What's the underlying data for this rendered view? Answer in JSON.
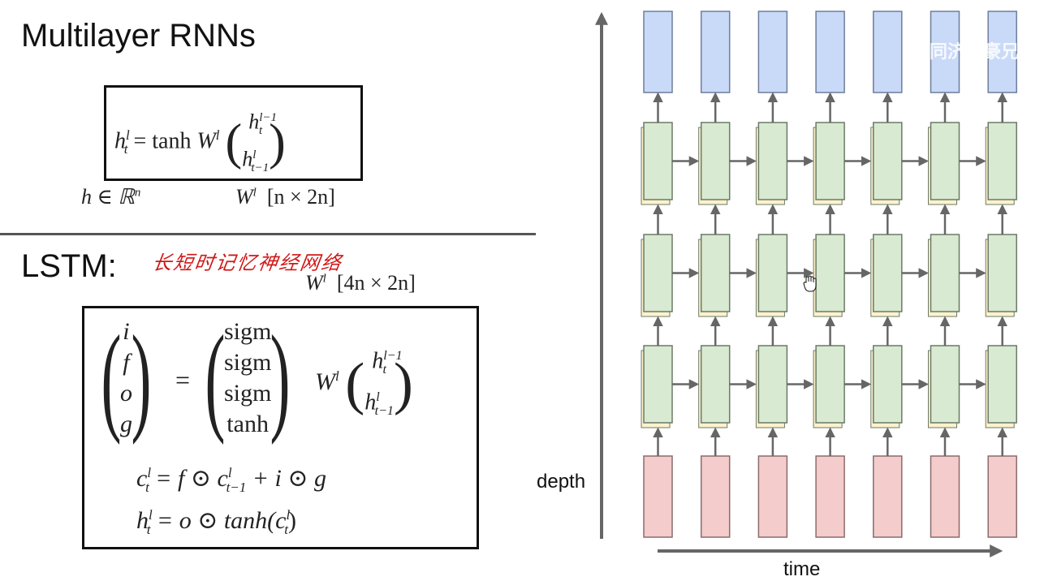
{
  "slide": {
    "title": "Multilayer RNNs",
    "rnn_formula": {
      "lhs": "h",
      "lhs_sup": "l",
      "lhs_sub": "t",
      "op": "= tanh",
      "w": "W",
      "w_sup": "l",
      "vec_top": "h",
      "vec_top_sup": "l−1",
      "vec_top_sub": "t",
      "vec_bot": "h",
      "vec_bot_sup": "l",
      "vec_bot_sub": "t−1"
    },
    "dims": {
      "h_space": "h ∈ ℝ",
      "h_space_sup": "n",
      "w_label": "W",
      "w_sup": "l",
      "w_dims": "[n × 2n]"
    },
    "lstm_title": "LSTM:",
    "annotation": "长短时记忆神经网络",
    "lstm_dims": {
      "w_label": "W",
      "w_sup": "l",
      "w_dims": "[4n × 2n]"
    },
    "lstm_formula": {
      "gates": [
        "i",
        "f",
        "o",
        "g"
      ],
      "activations": [
        "sigm",
        "sigm",
        "sigm",
        "tanh"
      ],
      "equals": "=",
      "w": "W",
      "w_sup": "l",
      "vec_top": "h",
      "vec_top_sup": "l−1",
      "vec_top_sub": "t",
      "vec_bot": "h",
      "vec_bot_sup": "l",
      "vec_bot_sub": "t−1",
      "cell_eq_lhs": "c",
      "cell_eq_rhs": " = f ⊙ c",
      "cell_eq_rhs_sup": "l",
      "cell_eq_rhs_sub": "t−1",
      "cell_eq_tail": " + i ⊙ g",
      "hidden_eq_lhs": "h",
      "hidden_eq_rhs": " = o ⊙ tanh(c",
      "hidden_eq_close": ")",
      "sup_l": "l",
      "sub_t": "t"
    }
  },
  "diagram": {
    "depth_label": "depth",
    "time_label": "time",
    "columns": 7,
    "hidden_layers": 3,
    "colors": {
      "output": "#c9daf8",
      "output_border": "#6d7d9c",
      "hidden": "#d9ead3",
      "hidden_border": "#6b7a66",
      "hidden_shadow": "#fff2cc",
      "input": "#f4cccc",
      "input_border": "#8c6b6b",
      "arrow": "#666666"
    },
    "watermark": "同济子豪兄"
  }
}
